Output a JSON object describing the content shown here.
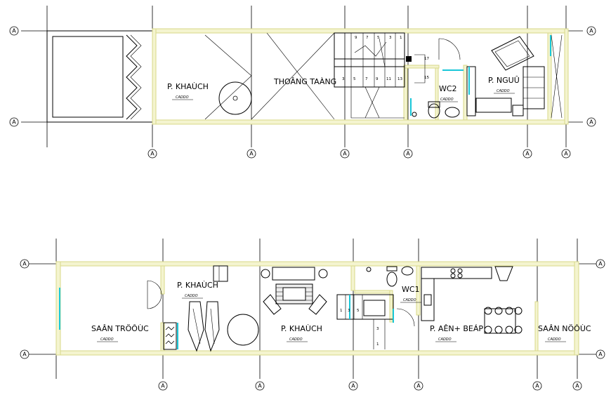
{
  "grid_label": "A",
  "room_tag": "CADDO",
  "plan_top": {
    "rooms": {
      "khach": "P. KHAÙCH",
      "thong_tang": "THOÂNG TAÀNG",
      "wc2": "WC2",
      "ngu": "P. NGUÛ"
    },
    "stair_numbers_top": [
      "9",
      "7",
      "5",
      "3",
      "1"
    ],
    "stair_numbers_bottom": [
      "3",
      "5",
      "7",
      "9",
      "11",
      "13"
    ],
    "stair_extra": [
      "17",
      "15"
    ]
  },
  "plan_bottom": {
    "rooms": {
      "san_truoc": "SAÂN TRÖÔÙC",
      "khach_upper": "P. KHAÙCH",
      "khach_main": "P. KHAÙCH",
      "wc1": "WC1",
      "an_bep": "P. AÊN+ BEÁP",
      "san_nuoc": "SAÂN NÖÔÙC"
    },
    "stair_numbers": [
      "1",
      "3",
      "5"
    ],
    "stair_extra": [
      "3",
      "1"
    ]
  }
}
